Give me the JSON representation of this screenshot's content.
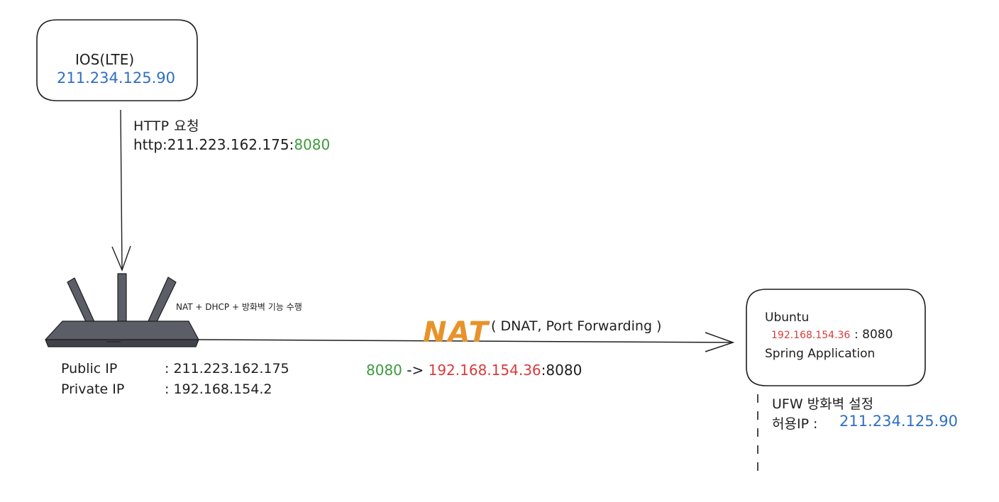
{
  "client": {
    "label": "IOS(LTE)",
    "ip": "211.234.125.90"
  },
  "request": {
    "title": "HTTP 요청",
    "url_prefix": "http:211.223.162.175:",
    "port": "8080"
  },
  "router": {
    "caption": "NAT + DHCP + 방화벽 기능 수행",
    "public_ip_label": "Public IP",
    "public_ip_value": ": 211.223.162.175",
    "private_ip_label": "Private IP",
    "private_ip_value": ": 192.168.154.2"
  },
  "nat": {
    "label": "NAT",
    "detail": "( DNAT, Port Forwarding )",
    "rule_port": "8080",
    "rule_arrow": " -> ",
    "rule_target_ip": "192.168.154.36",
    "rule_target_port": ":8080"
  },
  "server": {
    "title": "Ubuntu",
    "ip": "192.168.154.36",
    "port": ": 8080",
    "app": "Spring Application"
  },
  "firewall": {
    "title": "UFW 방화벽 설정",
    "allow_label": "허용IP :",
    "allow_ip": "211.234.125.90"
  },
  "colors": {
    "ip_blue": "#2f6fc3",
    "port_green": "#3c9a3c",
    "private_red": "#d83b3b",
    "nat_orange": "#e8922a"
  },
  "icons": {
    "router": "router-icon"
  }
}
